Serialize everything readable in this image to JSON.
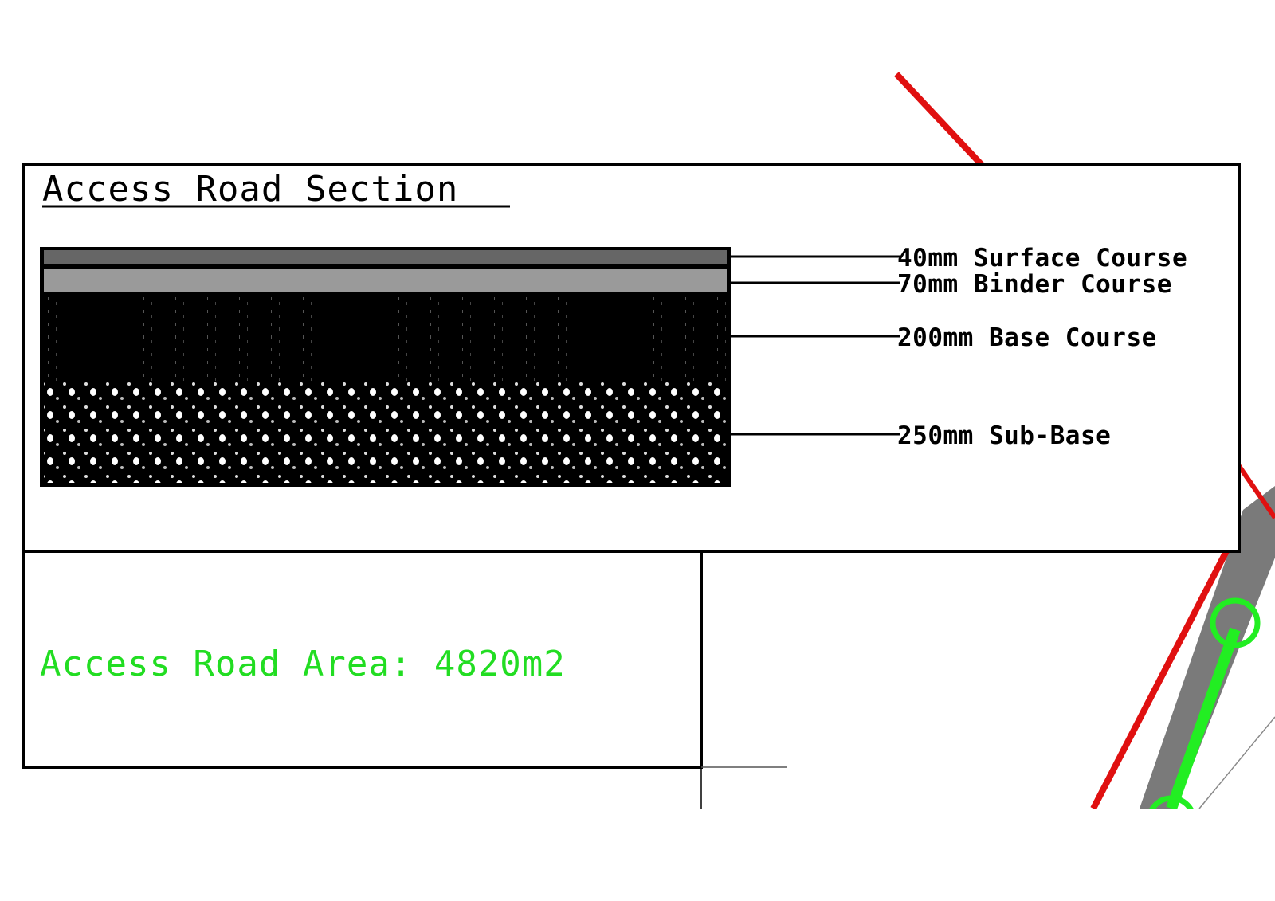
{
  "section": {
    "title": "Access Road Section",
    "layers": [
      {
        "label": "40mm Surface Course",
        "thickness_mm": 40
      },
      {
        "label": "70mm Binder Course",
        "thickness_mm": 70
      },
      {
        "label": "200mm Base Course",
        "thickness_mm": 200
      },
      {
        "label": "250mm Sub-Base",
        "thickness_mm": 250
      }
    ]
  },
  "area": {
    "text": "Access Road Area: 4820m2"
  },
  "colors": {
    "boundary": "#e01010",
    "road": "#7a7a7a",
    "green_line": "#22ee22",
    "surface": "#666666",
    "binder": "#9a9a9a"
  }
}
